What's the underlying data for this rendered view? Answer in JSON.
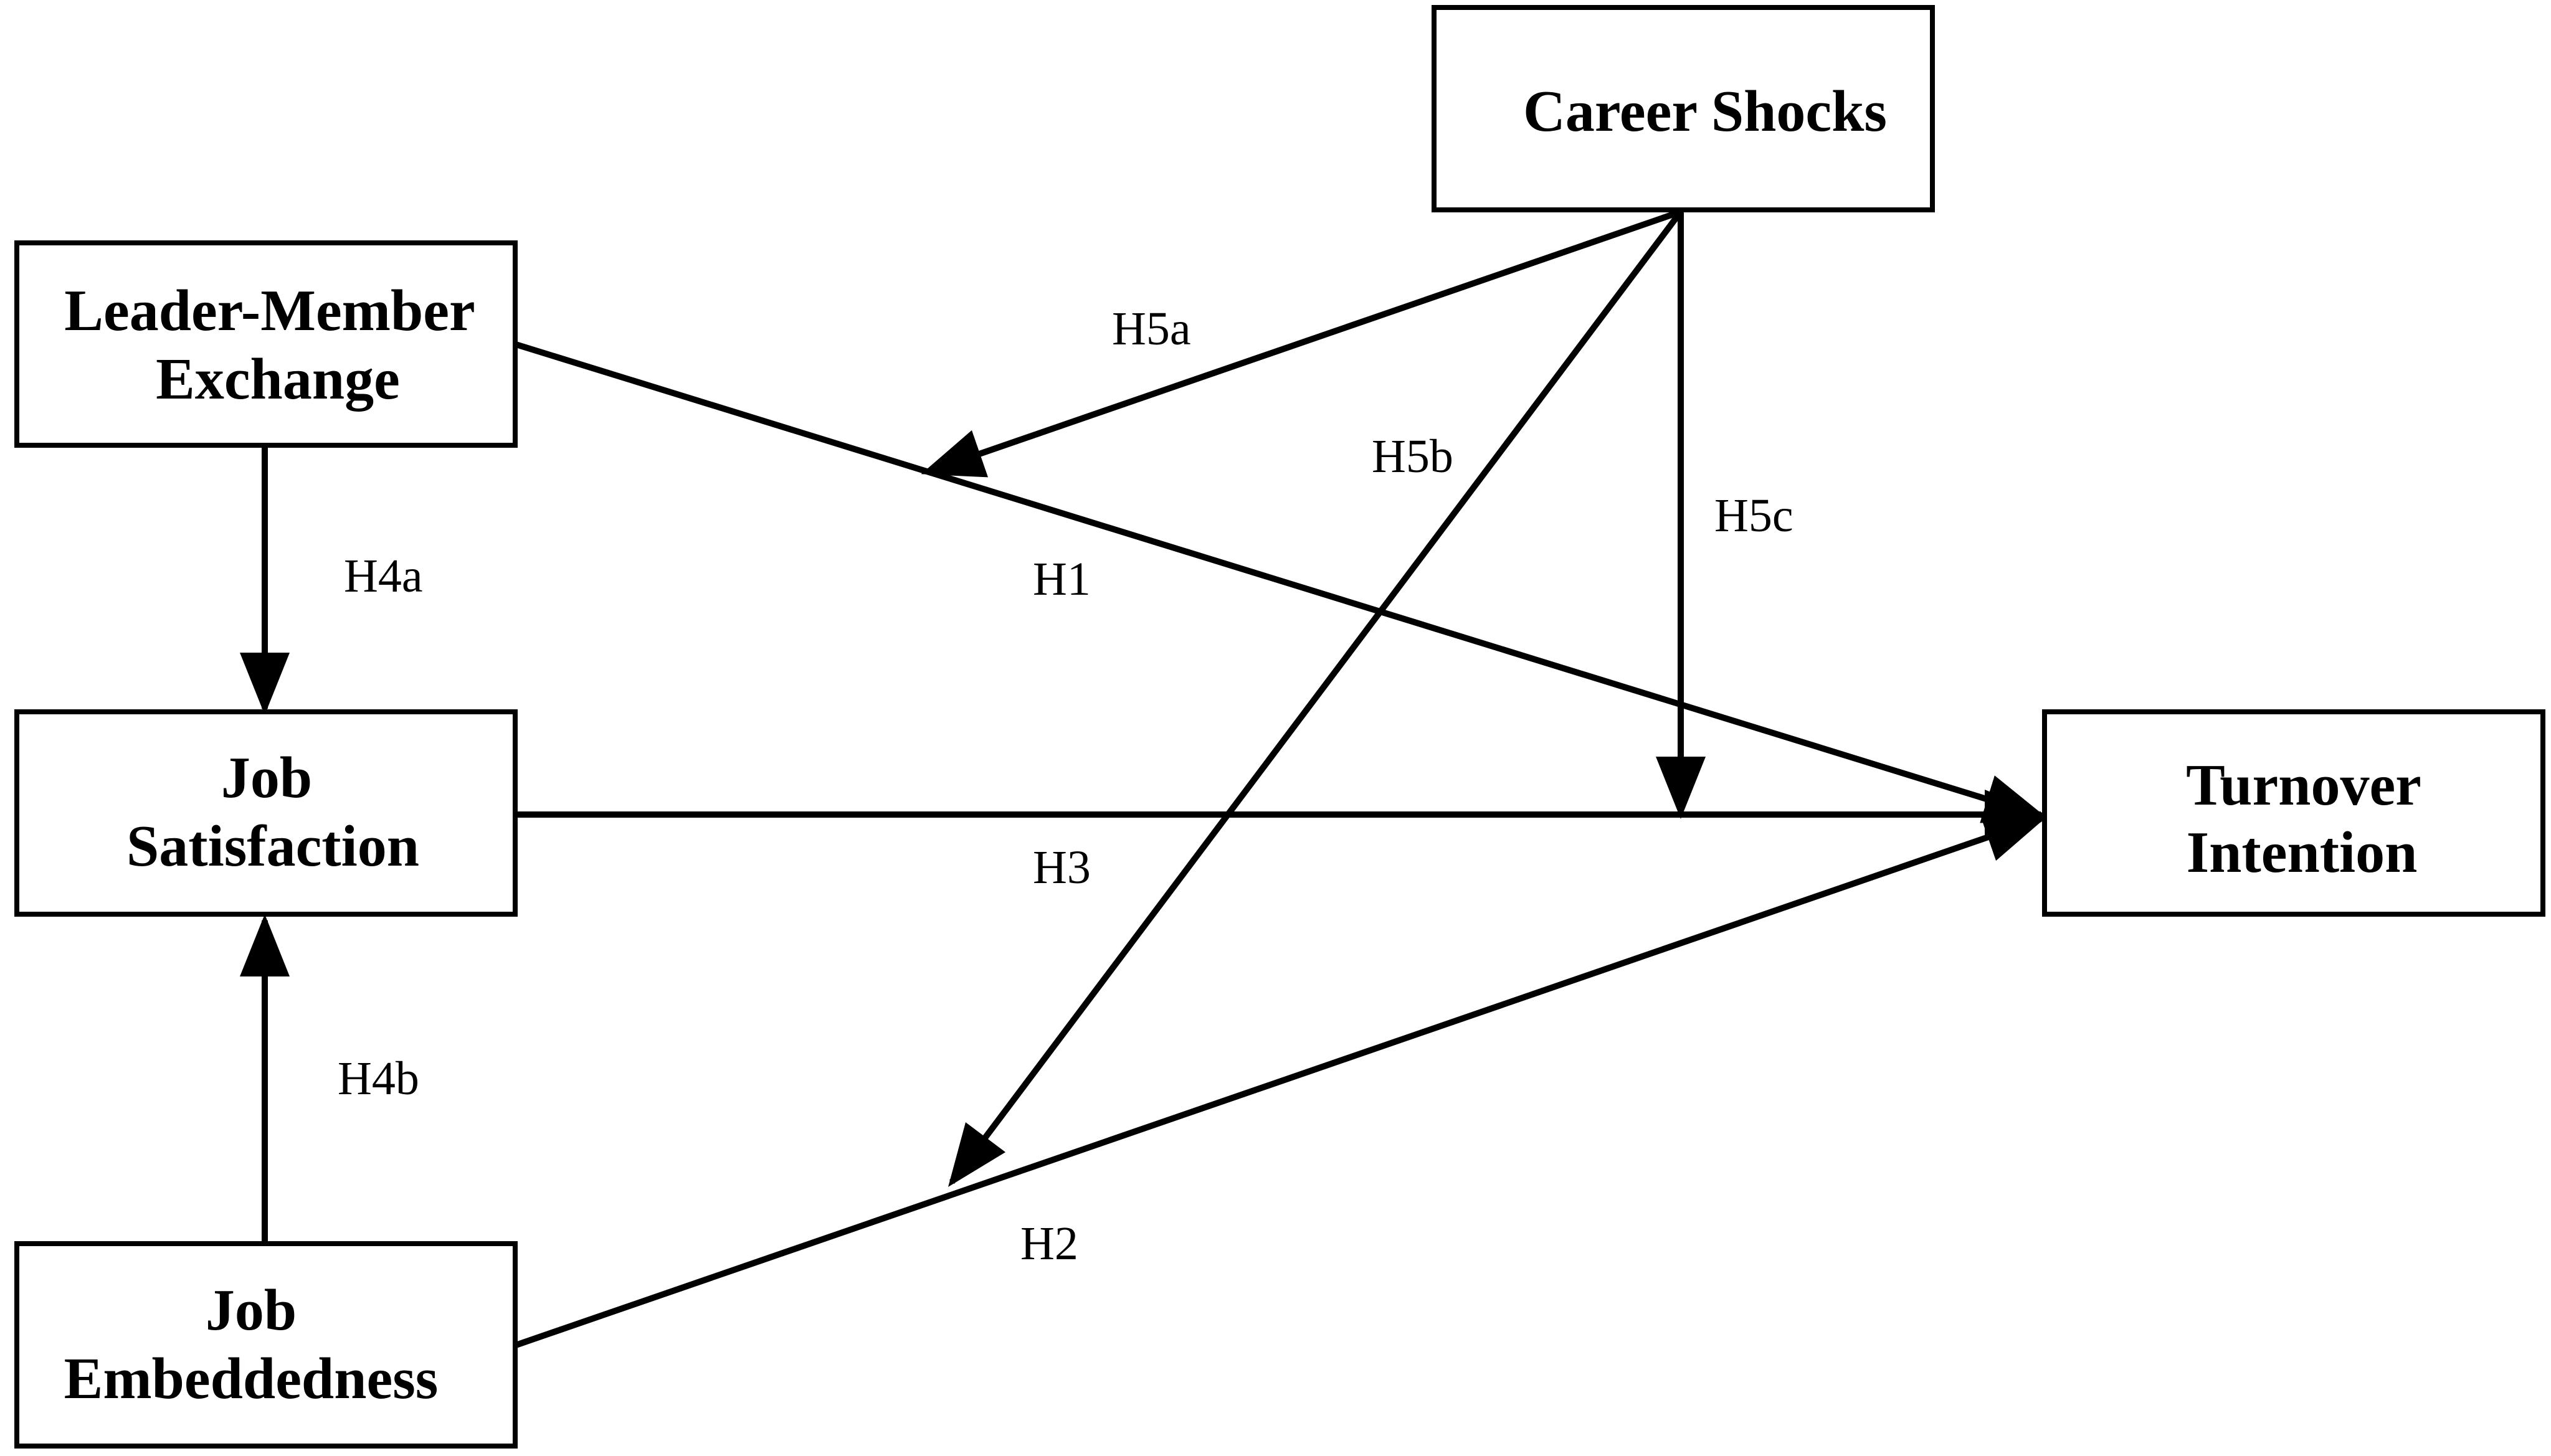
{
  "nodes": {
    "career_shocks": {
      "lines": [
        "Career Shocks"
      ]
    },
    "lmx": {
      "lines": [
        "Leader-Member",
        "Exchange"
      ]
    },
    "job_satisfaction": {
      "lines": [
        "Job",
        "Satisfaction"
      ]
    },
    "job_embeddedness": {
      "lines": [
        "Job",
        "Embeddedness"
      ]
    },
    "turnover_intention": {
      "lines": [
        "Turnover",
        "Intention"
      ]
    }
  },
  "paths": {
    "h1": {
      "label": "H1",
      "from": "Leader-Member Exchange",
      "to": "Turnover Intention"
    },
    "h2": {
      "label": "H2",
      "from": "Job Embeddedness",
      "to": "Turnover Intention"
    },
    "h3": {
      "label": "H3",
      "from": "Job Satisfaction",
      "to": "Turnover Intention"
    },
    "h4a": {
      "label": "H4a",
      "from": "Leader-Member Exchange",
      "to": "Job Satisfaction"
    },
    "h4b": {
      "label": "H4b",
      "from": "Job Embeddedness",
      "to": "Job Satisfaction"
    },
    "h5a": {
      "label": "H5a",
      "from": "Career Shocks",
      "to": "H1 path"
    },
    "h5b": {
      "label": "H5b",
      "from": "Career Shocks",
      "to": "H2 path"
    },
    "h5c": {
      "label": "H5c",
      "from": "Career Shocks",
      "to": "H3 path"
    }
  },
  "colors": {
    "stroke": "#000000",
    "background": "#ffffff"
  }
}
